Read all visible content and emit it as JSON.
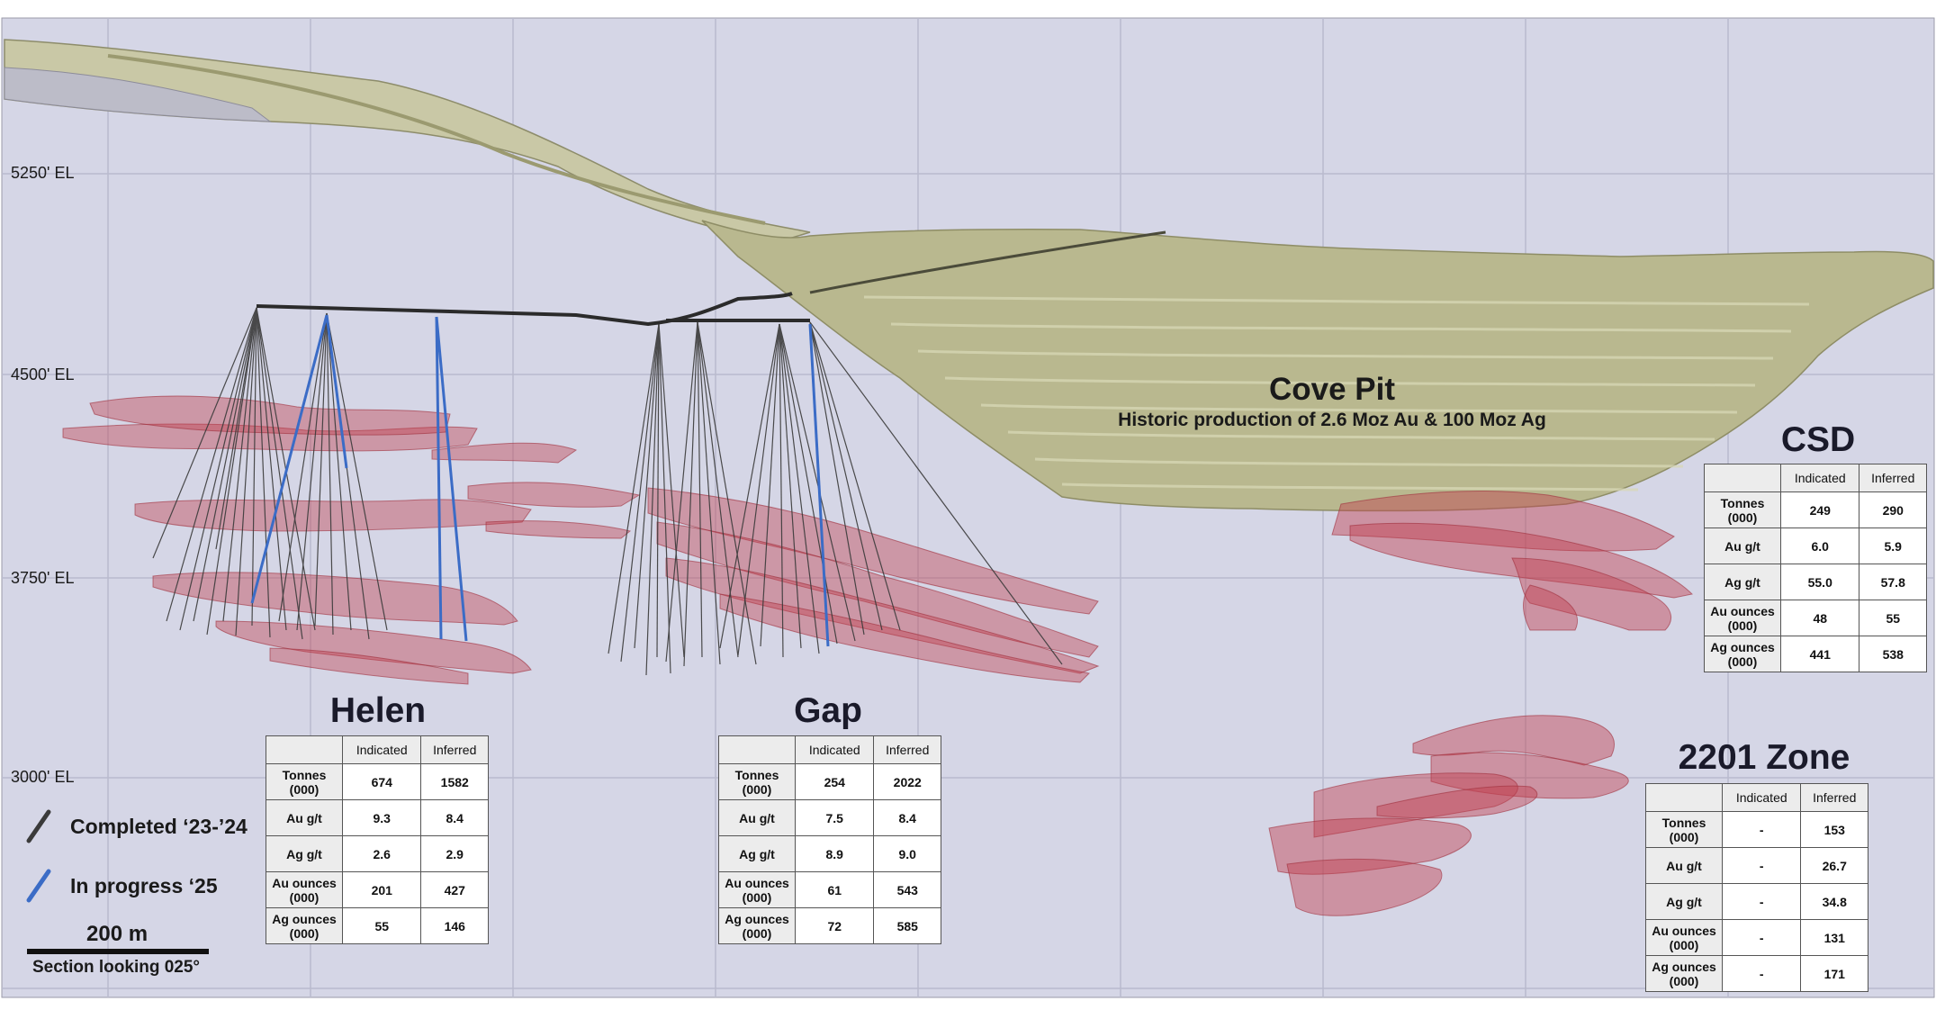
{
  "elevation_labels": [
    "5250' EL",
    "4500' EL",
    "3750' EL",
    "3000' EL"
  ],
  "pit": {
    "title": "Cove Pit",
    "subtitle": "Historic production of 2.6 Moz Au & 100 Moz Ag"
  },
  "legend": {
    "completed_label": "Completed ‘23-’24",
    "completed_color": "#3a3a3a",
    "in_progress_label": "In progress ‘25",
    "in_progress_color": "#3b6cc6"
  },
  "scale": {
    "label": "200 m",
    "section_label": "Section looking 025°"
  },
  "colors": {
    "background": "#d5d6e6",
    "pit_fill": "#b9b88f",
    "zone_fill": "#c2414f",
    "surface_fill": "#c6c5a0"
  },
  "zones": [
    {
      "name": "Helen",
      "header": [
        "",
        "Indicated",
        "Inferred"
      ],
      "rows": [
        {
          "label1": "Tonnes",
          "label2": "(000)",
          "indicated": "674",
          "inferred": "1582"
        },
        {
          "label1": "Au g/t",
          "label2": "",
          "indicated": "9.3",
          "inferred": "8.4"
        },
        {
          "label1": "Ag g/t",
          "label2": "",
          "indicated": "2.6",
          "inferred": "2.9"
        },
        {
          "label1": "Au ounces",
          "label2": "(000)",
          "indicated": "201",
          "inferred": "427"
        },
        {
          "label1": "Ag ounces",
          "label2": "(000)",
          "indicated": "55",
          "inferred": "146"
        }
      ]
    },
    {
      "name": "Gap",
      "header": [
        "",
        "Indicated",
        "Inferred"
      ],
      "rows": [
        {
          "label1": "Tonnes",
          "label2": "(000)",
          "indicated": "254",
          "inferred": "2022"
        },
        {
          "label1": "Au g/t",
          "label2": "",
          "indicated": "7.5",
          "inferred": "8.4"
        },
        {
          "label1": "Ag g/t",
          "label2": "",
          "indicated": "8.9",
          "inferred": "9.0"
        },
        {
          "label1": "Au ounces",
          "label2": "(000)",
          "indicated": "61",
          "inferred": "543"
        },
        {
          "label1": "Ag ounces",
          "label2": "(000)",
          "indicated": "72",
          "inferred": "585"
        }
      ]
    },
    {
      "name": "CSD",
      "header": [
        "",
        "Indicated",
        "Inferred"
      ],
      "rows": [
        {
          "label1": "Tonnes",
          "label2": "(000)",
          "indicated": "249",
          "inferred": "290"
        },
        {
          "label1": "Au g/t",
          "label2": "",
          "indicated": "6.0",
          "inferred": "5.9"
        },
        {
          "label1": "Ag g/t",
          "label2": "",
          "indicated": "55.0",
          "inferred": "57.8"
        },
        {
          "label1": "Au ounces",
          "label2": "(000)",
          "indicated": "48",
          "inferred": "55"
        },
        {
          "label1": "Ag ounces",
          "label2": "(000)",
          "indicated": "441",
          "inferred": "538"
        }
      ]
    },
    {
      "name": "2201 Zone",
      "header": [
        "",
        "Indicated",
        "Inferred"
      ],
      "rows": [
        {
          "label1": "Tonnes",
          "label2": "(000)",
          "indicated": "-",
          "inferred": "153"
        },
        {
          "label1": "Au g/t",
          "label2": "",
          "indicated": "-",
          "inferred": "26.7"
        },
        {
          "label1": "Ag g/t",
          "label2": "",
          "indicated": "-",
          "inferred": "34.8"
        },
        {
          "label1": "Au ounces",
          "label2": "(000)",
          "indicated": "-",
          "inferred": "131"
        },
        {
          "label1": "Ag ounces",
          "label2": "(000)",
          "indicated": "-",
          "inferred": "171"
        }
      ]
    }
  ]
}
